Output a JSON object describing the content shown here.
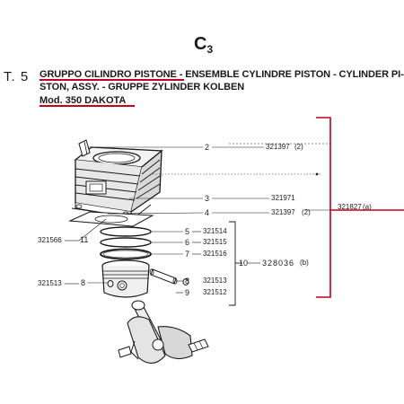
{
  "header": {
    "page_code_letter": "C",
    "page_code_sub": "3",
    "table_number": "T. 5",
    "title_highlight": "GRUPPO CILINDRO PISTONE",
    "title_rest": " - ENSEMBLE CYLINDRE PISTON - CYLINDER PI-",
    "title_line2": "STON, ASSY. - GRUPPE ZYLINDER KOLBEN",
    "model": "Mod. 350 DAKOTA"
  },
  "parts": [
    {
      "index": "2",
      "code": "321397",
      "qty": "2"
    },
    {
      "index": "3",
      "code": "321971"
    },
    {
      "index": "4",
      "code": "321397",
      "qty": "2"
    },
    {
      "index": "5",
      "code": "321514"
    },
    {
      "index": "6",
      "code": "321515"
    },
    {
      "index": "7",
      "code": "321516"
    },
    {
      "index": "8",
      "code": "321513"
    },
    {
      "index": "9",
      "code": "321512"
    },
    {
      "index": "8",
      "code": "321513"
    },
    {
      "index": "11",
      "code": "321566"
    }
  ],
  "assembly": {
    "index": "10",
    "code": "328036",
    "note": "(b)",
    "cylinder_assy_code": "321827",
    "cylinder_assy_note": "a"
  },
  "colors": {
    "ink": "#1a1a1a",
    "highlight": "#c0001b"
  }
}
